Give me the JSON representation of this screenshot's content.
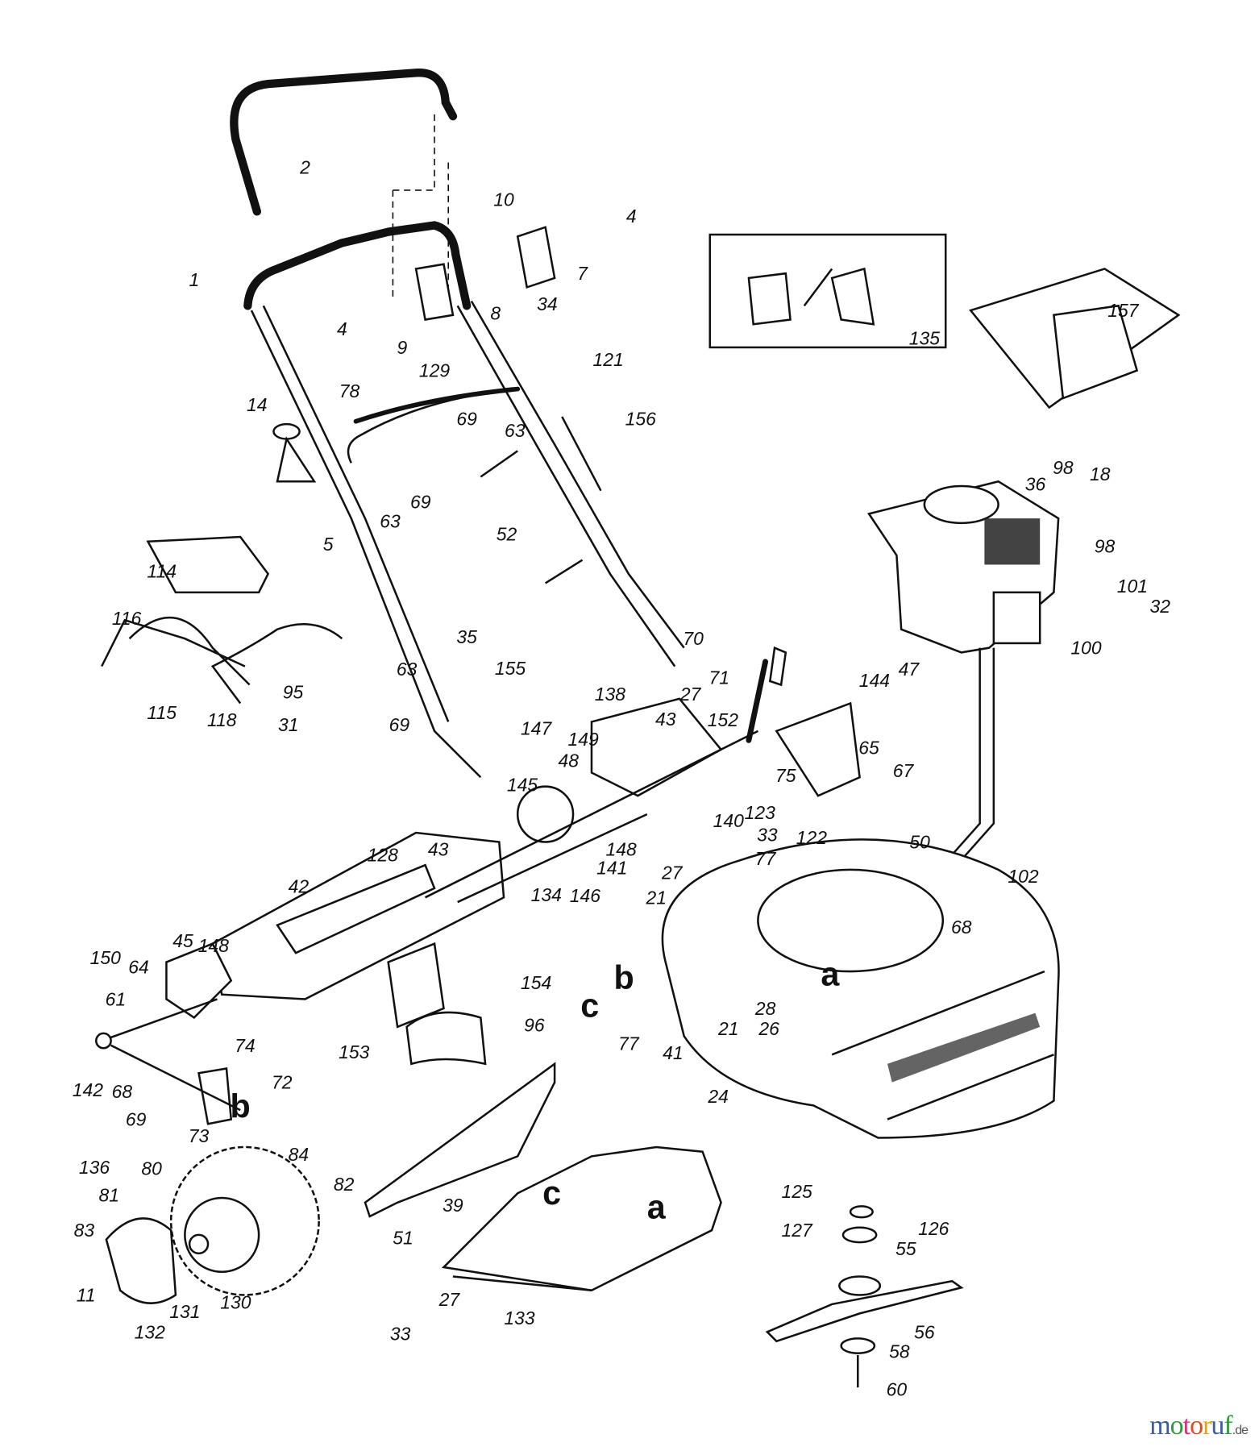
{
  "diagram": {
    "part_labels": [
      "2",
      "10",
      "4",
      "7",
      "1",
      "8",
      "34",
      "4",
      "9",
      "129",
      "121",
      "135",
      "157",
      "14",
      "78",
      "69",
      "63",
      "156",
      "69",
      "63",
      "5",
      "52",
      "36",
      "98",
      "18",
      "98",
      "101",
      "32",
      "100",
      "114",
      "116",
      "35",
      "70",
      "95",
      "63",
      "155",
      "115",
      "118",
      "31",
      "69",
      "138",
      "27",
      "71",
      "43",
      "152",
      "144",
      "47",
      "147",
      "149",
      "48",
      "65",
      "75",
      "67",
      "145",
      "140",
      "123",
      "33",
      "122",
      "148",
      "141",
      "43",
      "128",
      "27",
      "77",
      "50",
      "102",
      "21",
      "42",
      "134",
      "146",
      "68",
      "45",
      "148",
      "150",
      "64",
      "154",
      "61",
      "77",
      "41",
      "21",
      "28",
      "26",
      "96",
      "74",
      "153",
      "72",
      "142",
      "68",
      "69",
      "73",
      "24",
      "136",
      "80",
      "84",
      "81",
      "82",
      "39",
      "125",
      "126",
      "127",
      "55",
      "83",
      "51",
      "11",
      "131",
      "130",
      "133",
      "27",
      "56",
      "58",
      "33",
      "132",
      "60"
    ],
    "reference_letters": [
      "b",
      "a",
      "c",
      "b",
      "c",
      "a"
    ]
  },
  "watermark": {
    "brand": "motoruf",
    "tld": ".de",
    "colors": [
      "#3b5ba8",
      "#2e9a3a",
      "#d6337a",
      "#e04a1f",
      "#f0a000"
    ]
  }
}
